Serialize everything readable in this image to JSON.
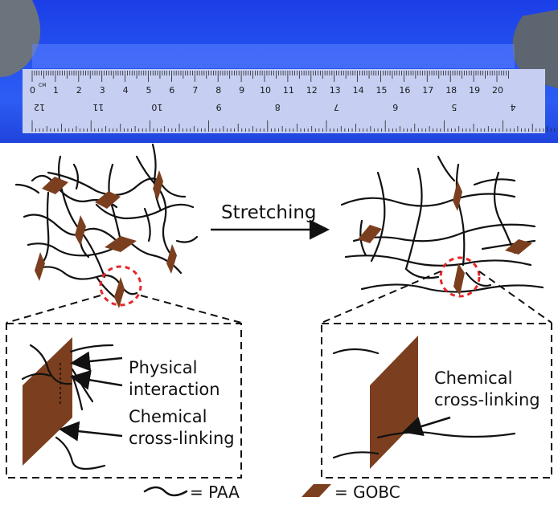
{
  "photo": {
    "ruler_cm_top": [
      "0",
      "1",
      "2",
      "3",
      "4",
      "5",
      "6",
      "7",
      "8",
      "9",
      "10",
      "11",
      "12",
      "13",
      "14",
      "15",
      "16",
      "17",
      "18",
      "19",
      "20"
    ],
    "ruler_unit": "CM",
    "ruler_bottom_labels": [
      "12",
      "11",
      "10",
      "9",
      "8",
      "7",
      "6",
      "5",
      "4"
    ]
  },
  "diagram": {
    "arrow_label": "Stretching",
    "left_callout": {
      "physical_line1": "Physical",
      "physical_line2": "interaction",
      "chemical_line1": "Chemical",
      "chemical_line2": "cross-linking"
    },
    "right_callout": {
      "chemical_line1": "Chemical",
      "chemical_line2": "cross-linking"
    },
    "legend": {
      "paa": "= PAA",
      "gobc": "= GOBC"
    }
  },
  "colors": {
    "gobc_brown": "#7b3f1f",
    "highlight_red": "#e8262a",
    "photo_blue": "#2552f0"
  }
}
